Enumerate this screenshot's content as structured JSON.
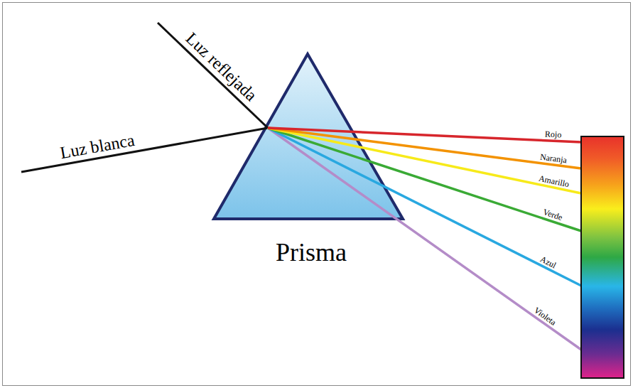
{
  "diagram": {
    "labels": [
      "Luz reflejada",
      "Luz blanca",
      "Rojo",
      "Naranja",
      "Amarillo",
      "Verde",
      "Azul",
      "Violeta",
      "Prisma"
    ]
  }
}
